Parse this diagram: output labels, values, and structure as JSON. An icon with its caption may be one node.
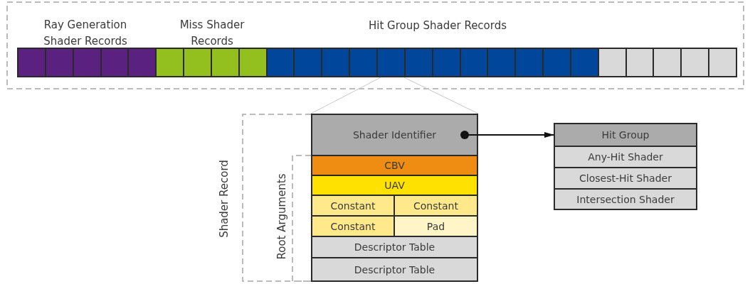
{
  "diagram": {
    "nodes": [
      {
        "text": [],
        "shape": "box"
      },
      {
        "text": [],
        "shape": "box"
      },
      {
        "text": [],
        "shape": "box"
      },
      {
        "text": [],
        "shape": "box"
      },
      {
        "text": [],
        "shape": "box"
      },
      {
        "text": [],
        "shape": "box"
      },
      {
        "text": [],
        "shape": "box"
      },
      {
        "text": [],
        "shape": "box"
      },
      {
        "text": [],
        "shape": "box"
      },
      {
        "text": [],
        "shape": "box"
      },
      {
        "text": [],
        "shape": "box"
      },
      {
        "text": [],
        "shape": "box"
      },
      {
        "text": [],
        "shape": "box"
      },
      {
        "text": [],
        "shape": "box"
      },
      {
        "text": [],
        "shape": "box"
      },
      {
        "text": [],
        "shape": "box"
      },
      {
        "text": [],
        "shape": "box"
      },
      {
        "text": [],
        "shape": "box"
      },
      {
        "text": [],
        "shape": "box"
      },
      {
        "text": [],
        "shape": "box"
      },
      {
        "text": [],
        "shape": "box"
      },
      {
        "text": [],
        "shape": "box"
      },
      {
        "text": [],
        "shape": "box"
      },
      {
        "text": [],
        "shape": "box"
      },
      {
        "text": [],
        "shape": "box"
      },
      {
        "text": [],
        "shape": "box"
      },
      {
        "text": [
          "Shader Identifier"
        ]
      },
      {
        "text": [
          "CBV"
        ]
      },
      {
        "text": [
          "UAV"
        ]
      },
      {
        "text": [
          "Constant"
        ]
      },
      {
        "text": [
          "Constant"
        ]
      },
      {
        "text": [
          "Constant"
        ]
      },
      {
        "text": [
          "Pad"
        ]
      },
      {
        "text": [
          "Descriptor Table"
        ]
      },
      {
        "text": [
          "Descriptor Table"
        ]
      },
      {
        "text": [
          "Hit Group"
        ]
      },
      {
        "text": [
          "Any-Hit Shader"
        ]
      },
      {
        "text": [
          "Closest-Hit Shader"
        ]
      },
      {
        "text": [
          "Intersection Shader"
        ]
      }
    ],
    "edges": [
      {
        "from": 26,
        "to": 35,
        "arrow": "to",
        "color": "#111111"
      },
      {
        "from": 13,
        "to": 26,
        "arrow": "none"
      },
      {
        "from": 13,
        "to": 26,
        "arrow": "none"
      }
    ],
    "labels": [
      "Ray Generation Shader Records",
      "Miss Shader Records",
      "Hit Group Shader Records",
      "Shader Record",
      "Root Arguments"
    ]
  }
}
